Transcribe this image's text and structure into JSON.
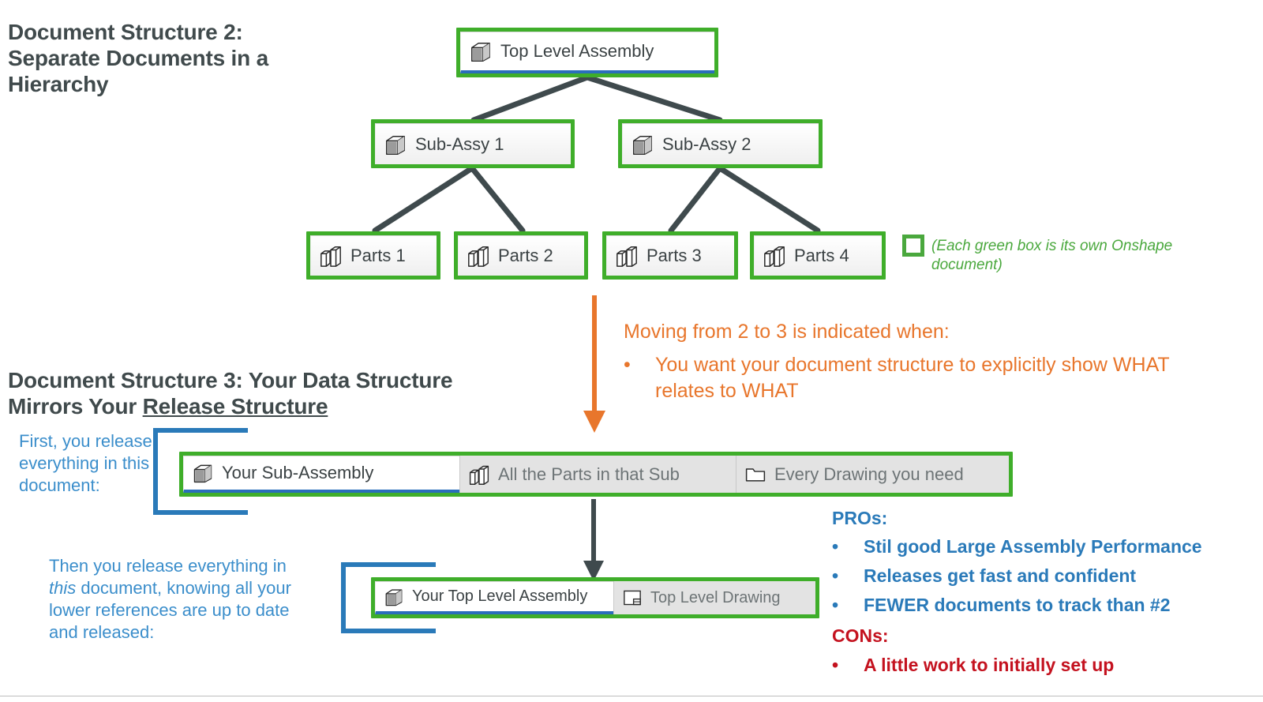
{
  "headings": {
    "structure2": "Document Structure 2: Separate Documents in a Hierarchy",
    "structure3_part1": "Document Structure 3: Your Data Structure Mirrors Your ",
    "structure3_underlined": "Release Structure"
  },
  "hierarchy": {
    "top": {
      "label": "Top Level Assembly",
      "icon": "assembly-cube-icon"
    },
    "subs": [
      {
        "label": "Sub-Assy 1",
        "icon": "assembly-cube-icon"
      },
      {
        "label": "Sub-Assy 2",
        "icon": "assembly-cube-icon"
      }
    ],
    "parts": [
      {
        "label": "Parts 1",
        "icon": "part-studio-icon"
      },
      {
        "label": "Parts 2",
        "icon": "part-studio-icon"
      },
      {
        "label": "Parts 3",
        "icon": "part-studio-icon"
      },
      {
        "label": "Parts 4",
        "icon": "part-studio-icon"
      }
    ]
  },
  "legend": {
    "text": "(Each green box is its own Onshape document)",
    "swatch": "green-square-icon"
  },
  "transition": {
    "title": "Moving from 2 to 3 is indicated when:",
    "bullet": "•",
    "items": [
      "You want your document structure to explicitly show WHAT relates to WHAT"
    ]
  },
  "release": {
    "first_note": "First, you release everything in this document:",
    "then_note_line1": "Then you release everything in",
    "then_note_italic": "this",
    "then_note_line2": " document, knowing all your",
    "then_note_line3": "lower references are up to date",
    "then_note_line4": "and released:",
    "sub_doc_tabs": [
      {
        "label": "Your Sub-Assembly",
        "icon": "assembly-cube-icon",
        "state": "active"
      },
      {
        "label": "All the Parts in that Sub",
        "icon": "part-studio-icon",
        "state": "inactive"
      },
      {
        "label": "Every Drawing you need",
        "icon": "folder-icon",
        "state": "inactive"
      }
    ],
    "top_doc_tabs": [
      {
        "label": "Your Top Level Assembly",
        "icon": "assembly-cube-icon",
        "state": "active"
      },
      {
        "label": "Top Level Drawing",
        "icon": "drawing-sheet-icon",
        "state": "inactive"
      }
    ]
  },
  "pros": {
    "heading": "PROs:",
    "bullet": "•",
    "items": [
      "Stil good Large Assembly Performance",
      "Releases get fast and confident",
      "FEWER documents to track than #2"
    ]
  },
  "cons": {
    "heading": "CONs:",
    "bullet": "•",
    "items": [
      "A little work to initially set up"
    ]
  },
  "colors": {
    "green": "#3fae2a",
    "green_text": "#4aa83d",
    "orange": "#e8762c",
    "blue": "#2a7ab9",
    "blue_note": "#3b8ecb",
    "red": "#c4121f",
    "heading": "#404a4c",
    "connector": "#3f4a4d"
  }
}
